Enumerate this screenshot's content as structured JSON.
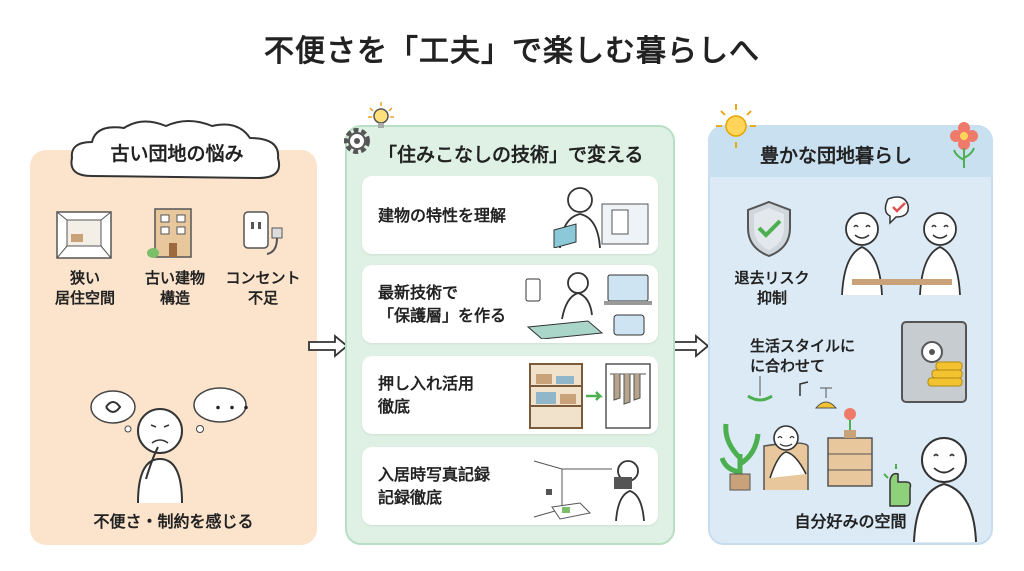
{
  "title": "不便さを「工夫」で楽しむ暮らしへ",
  "left": {
    "heading": "古い団地の悩み",
    "items": [
      {
        "line1": "狭い",
        "line2": "居住空間",
        "icon": "small-room-icon"
      },
      {
        "line1": "古い建物",
        "line2": "構造",
        "icon": "old-building-icon"
      },
      {
        "line1": "コンセント",
        "line2": "不足",
        "icon": "outlet-plug-icon"
      }
    ],
    "caption": "不便さ・制約を感じる",
    "thought_dots": "・・・"
  },
  "middle": {
    "heading": "「住みこなしの技術」で変える",
    "cards": [
      {
        "line1": "建物の特性を理解",
        "line2": ""
      },
      {
        "line1": "最新技術で",
        "line2": "「保護層」を作る"
      },
      {
        "line1": "押し入れ活用",
        "line2": "徹底"
      },
      {
        "line1": "入居時写真記録",
        "line2": "記録徹底"
      }
    ]
  },
  "right": {
    "heading": "豊かな団地暮らし",
    "risk": {
      "line1": "退去リスク",
      "line2": "抑制"
    },
    "style": {
      "line1": "生活スタイルに",
      "line2": "に合わせて"
    },
    "caption": "自分好みの空間"
  },
  "colors": {
    "left_panel": "#fbe3cc",
    "middle_panel": "#dff1e5",
    "right_panel": "#dbeaf5",
    "accent_green": "#4caf50",
    "accent_orange": "#f4a340"
  }
}
